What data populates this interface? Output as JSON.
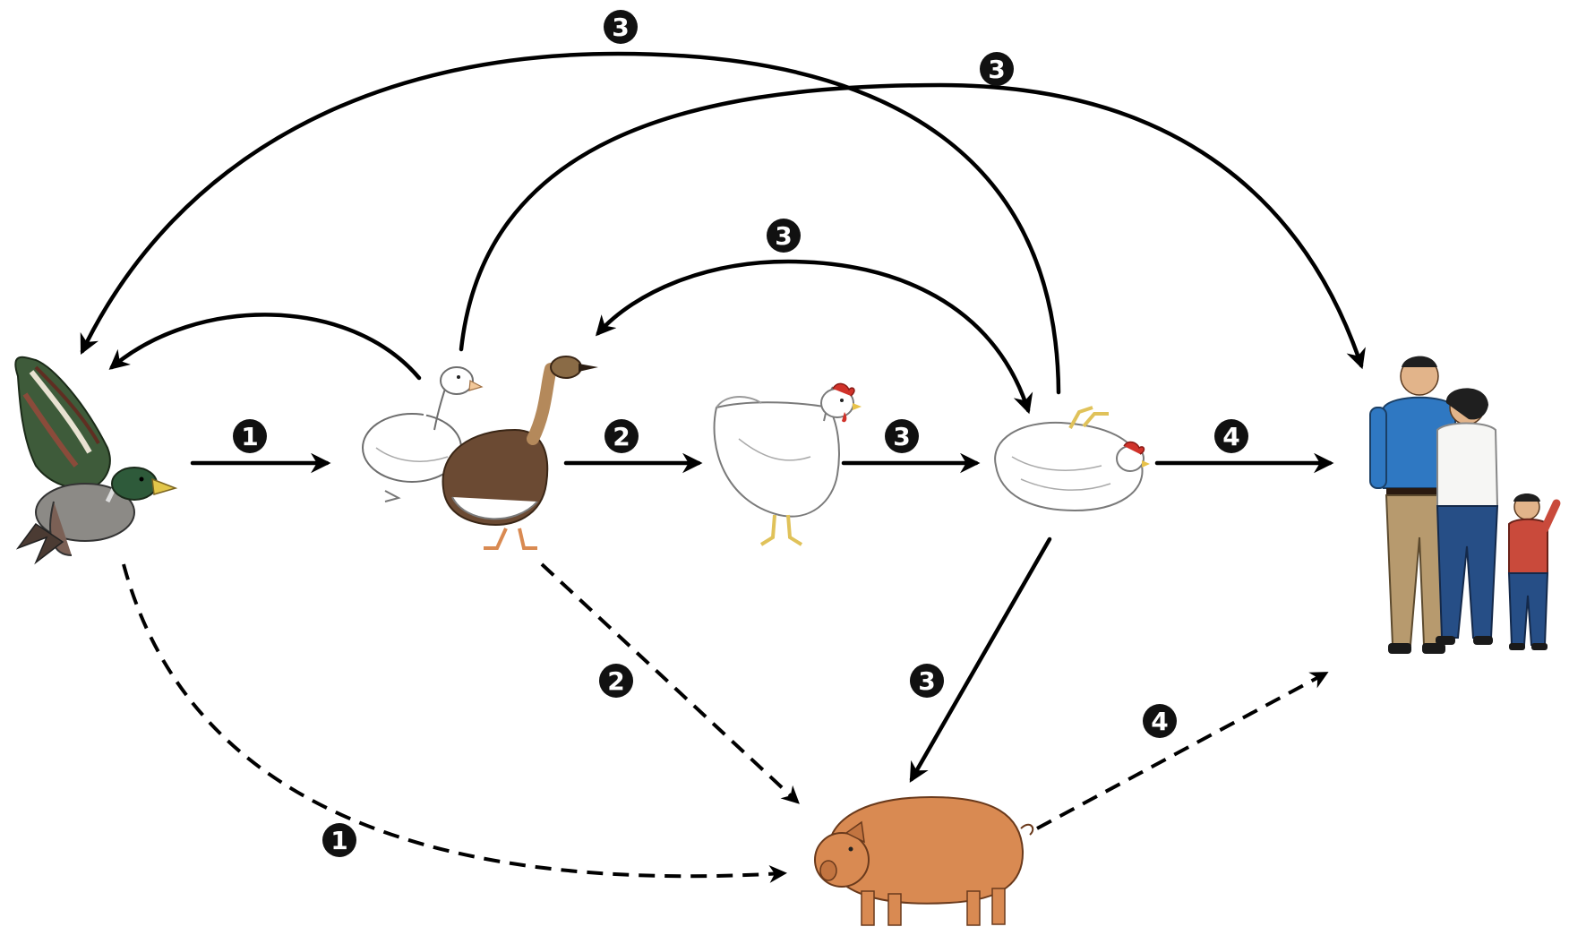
{
  "diagram": {
    "nodes": [
      {
        "id": "wild-duck",
        "icon": "wild-duck-icon"
      },
      {
        "id": "domestic-duck-goose",
        "icon": "duck-goose-icon"
      },
      {
        "id": "chicken",
        "icon": "chicken-icon"
      },
      {
        "id": "sick-chicken",
        "icon": "sick-chicken-icon"
      },
      {
        "id": "humans",
        "icon": "human-family-icon"
      },
      {
        "id": "pig",
        "icon": "pig-icon"
      }
    ],
    "step_labels": {
      "wild_to_domestic": "1",
      "wild_to_pig": "1",
      "domestic_to_chicken": "2",
      "domestic_to_pig": "2",
      "chicken_to_sick": "3",
      "sick_to_pig": "3",
      "sick_to_domestic": "3",
      "sick_to_wild_top": "3",
      "domestic_to_humans_top": "3",
      "sick_to_humans": "4",
      "pig_to_humans": "4"
    },
    "colors": {
      "arrow": "#000000",
      "badge": "#111111",
      "pig": "#D98A52",
      "duck_green": "#3E5B3A",
      "goose_brown": "#6B4A33",
      "shirt_blue": "#2F78C2",
      "jeans_blue": "#264E86",
      "child_red": "#C94A3B"
    }
  }
}
